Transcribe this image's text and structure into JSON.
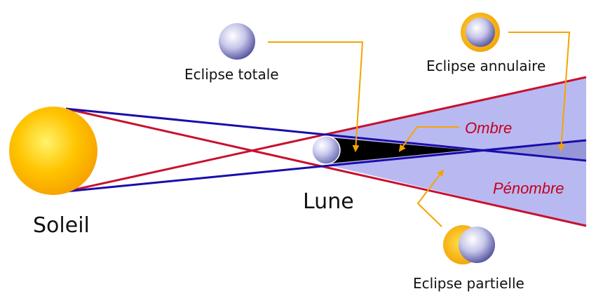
{
  "labels": {
    "total": "Eclipse totale",
    "annular": "Eclipse annulaire",
    "umbra": "Ombre",
    "penumbra": "Pénombre",
    "moon": "Lune",
    "sun": "Soleil",
    "partial": "Eclipse partielle"
  },
  "icons": {
    "sun": "sun-icon",
    "moon": "moon-icon",
    "total": "eclipse-total-icon",
    "annular": "eclipse-annular-icon",
    "partial": "eclipse-partial-icon"
  },
  "colors": {
    "umbra_lines": "#1a0dab",
    "penumbra_lines": "#c8102e",
    "penumbra_fill": "#b9b9f2",
    "umbra_fill": "#000000",
    "callouts": "#f5a400",
    "label_red": "#c4001c",
    "sun": "#ffc400",
    "moon": "#b3b3e0"
  }
}
